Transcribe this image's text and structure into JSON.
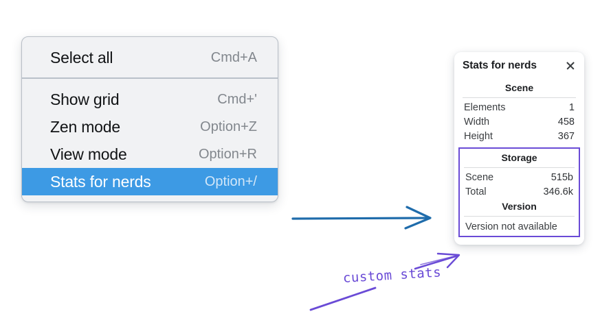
{
  "menu": {
    "groups": [
      {
        "items": [
          {
            "label": "Select all",
            "shortcut": "Cmd+A",
            "selected": false
          }
        ]
      },
      {
        "items": [
          {
            "label": "Show grid",
            "shortcut": "Cmd+'",
            "selected": false
          },
          {
            "label": "Zen mode",
            "shortcut": "Option+Z",
            "selected": false
          },
          {
            "label": "View mode",
            "shortcut": "Option+R",
            "selected": false
          },
          {
            "label": "Stats for nerds",
            "shortcut": "Option+/",
            "selected": true
          }
        ]
      }
    ]
  },
  "stats_panel": {
    "title": "Stats for nerds",
    "close_icon": "close-icon",
    "scene": {
      "heading": "Scene",
      "rows": [
        {
          "label": "Elements",
          "value": "1"
        },
        {
          "label": "Width",
          "value": "458"
        },
        {
          "label": "Height",
          "value": "367"
        }
      ]
    },
    "storage": {
      "heading": "Storage",
      "rows": [
        {
          "label": "Scene",
          "value": "515b"
        },
        {
          "label": "Total",
          "value": "346.6k"
        }
      ]
    },
    "version": {
      "heading": "Version",
      "text": "Version not available"
    }
  },
  "annotations": {
    "blue_arrow_color": "#1f6cab",
    "purple_color": "#6a4bd6",
    "handwritten_note": "custom stats"
  }
}
